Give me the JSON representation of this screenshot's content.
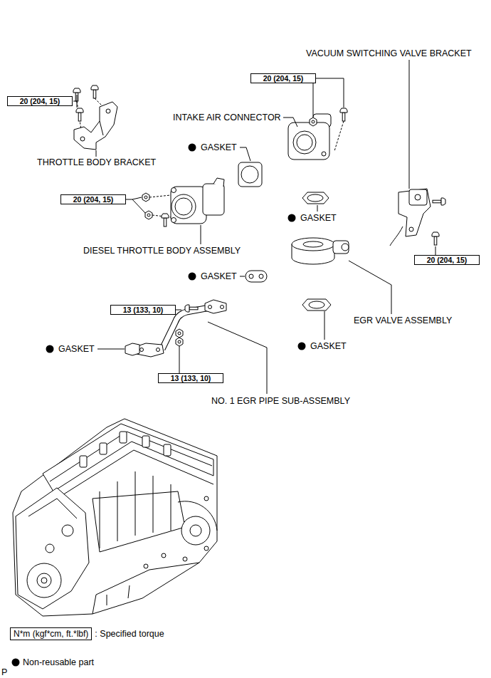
{
  "diagram": {
    "nodes": [
      {
        "text": [
          "20 (204, 15)"
        ]
      },
      {
        "text": [
          "20 (204, 15)"
        ]
      },
      {
        "text": [
          "20 (204, 15)"
        ]
      },
      {
        "text": [
          "20 (204, 15)"
        ]
      },
      {
        "text": [
          "13 (133, 10)"
        ]
      },
      {
        "text": [
          "13 (133, 10)"
        ]
      },
      {
        "text": [
          "N*m (kgf*cm, ft.*lbf)"
        ]
      }
    ],
    "labels": [
      "VACUUM SWITCHING VALVE BRACKET",
      "INTAKE AIR CONNECTOR",
      "GASKET",
      "THROTTLE BODY BRACKET",
      "GASKET",
      "DIESEL THROTTLE BODY ASSEMBLY",
      "GASKET",
      "EGR VALVE ASSEMBLY",
      "GASKET",
      "GASKET",
      "NO. 1 EGR PIPE SUB-ASSEMBLY",
      "P"
    ],
    "legend": [
      {
        "text": ": Specified torque"
      },
      {
        "text": "Non-reusable part"
      }
    ]
  }
}
